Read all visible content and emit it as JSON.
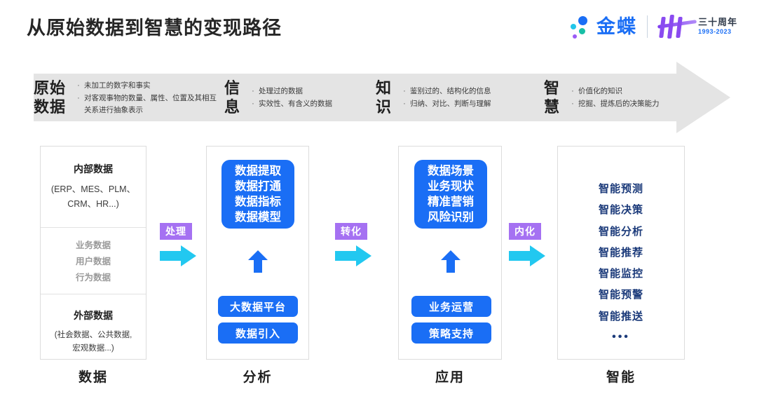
{
  "header": {
    "title": "从原始数据到智慧的变现路径",
    "logo": {
      "brand": "金蝶",
      "anniversary_cn": "三十周年",
      "anniversary_years": "1993-2023"
    }
  },
  "banner": {
    "segments": [
      {
        "title": "原始\n数据",
        "bullets": [
          "未加工的数字和事实",
          "对客观事物的数量、属性、位置及其相互关系进行抽象表示"
        ]
      },
      {
        "title": "信\n息",
        "bullets": [
          "处理过的数据",
          "实效性、有含义的数据"
        ]
      },
      {
        "title": "知\n识",
        "bullets": [
          "鉴别过的、结构化的信息",
          "归纳、对比、判断与理解"
        ]
      },
      {
        "title": "智\n慧",
        "bullets": [
          "价值化的知识",
          "挖掘、提炼后的决策能力"
        ]
      }
    ]
  },
  "columns": [
    {
      "label": "数据",
      "internal_heading": "内部数据",
      "internal_sub": "(ERP、MES、PLM、\nCRM、HR...)",
      "middle_items": [
        "业务数据",
        "用户数据",
        "行为数据"
      ],
      "external_heading": "外部数据",
      "external_sub": "(社会数据、公共数据,\n宏观数据...)"
    },
    {
      "label": "分析",
      "card": "数据提取\n数据打通\n数据指标\n数据模型",
      "pills": [
        "大数据平台",
        "数据引入"
      ]
    },
    {
      "label": "应用",
      "card": "数据场景\n业务现状\n精准营销\n风险识别",
      "pills": [
        "业务运营",
        "策略支持"
      ]
    },
    {
      "label": "智能",
      "items": [
        "智能预测",
        "智能决策",
        "智能分析",
        "智能推荐",
        "智能监控",
        "智能预警",
        "智能推送"
      ],
      "ellipsis": "•••"
    }
  ],
  "connectors": [
    {
      "label": "处理"
    },
    {
      "label": "转化"
    },
    {
      "label": "内化"
    }
  ],
  "colors": {
    "brand_blue": "#1a6ef5",
    "arrow_cyan": "#22c8f0",
    "badge_purple": "#a571f2",
    "banner_gray": "#e4e4e4",
    "navy_text": "#1b3a7a"
  }
}
